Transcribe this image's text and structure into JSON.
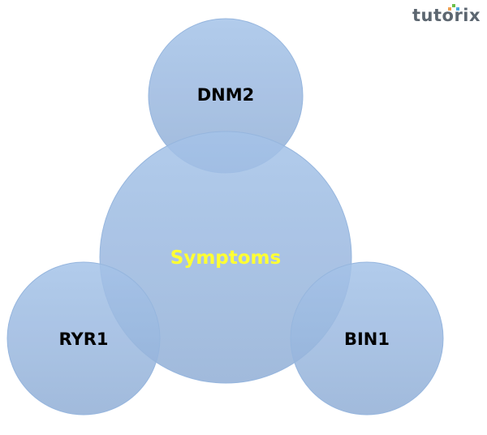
{
  "logo": {
    "text": "tutorix",
    "text_color": "#5c6670",
    "dot_colors": [
      "#f0a050",
      "#6cc04a",
      "#4aa8e0"
    ]
  },
  "diagram": {
    "type": "venn",
    "fill_color": "#7fa6d6",
    "overlap_color": "#5b87c2",
    "center": {
      "label": "Symptoms",
      "label_color": "#ffff33"
    },
    "nodes": [
      {
        "id": "top",
        "label": "DNM2",
        "label_color": "#000000"
      },
      {
        "id": "left",
        "label": "RYR1",
        "label_color": "#000000"
      },
      {
        "id": "right",
        "label": "BIN1",
        "label_color": "#000000"
      }
    ]
  }
}
